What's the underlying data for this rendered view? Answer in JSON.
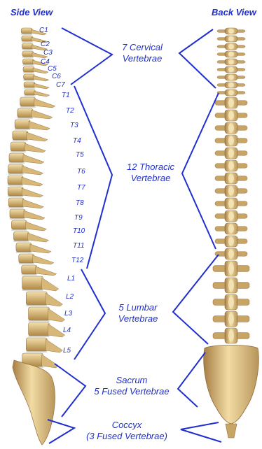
{
  "titles": {
    "side": "Side View",
    "back": "Back View"
  },
  "labels": {
    "cervical": [
      "C1",
      "C2",
      "C3",
      "C4",
      "C5",
      "C6",
      "C7"
    ],
    "thoracic": [
      "T1",
      "T2",
      "T3",
      "T4",
      "T5",
      "T6",
      "T7",
      "T8",
      "T9",
      "T10",
      "T11",
      "T12"
    ],
    "lumbar": [
      "L1",
      "L2",
      "L3",
      "L4",
      "L5"
    ]
  },
  "groups": {
    "cervical": {
      "line1": "7 Cervical",
      "line2": "Vertebrae"
    },
    "thoracic": {
      "line1": "12 Thoracic",
      "line2": "Vertebrae"
    },
    "lumbar": {
      "line1": "5 Lumbar",
      "line2": "Vertebrae"
    },
    "sacrum": {
      "line1": "Sacrum",
      "line2": "5 Fused Vertebrae"
    },
    "coccyx": {
      "line1": "Coccyx",
      "line2": "(3 Fused Vertebrae)"
    }
  },
  "colors": {
    "label": "#1f2fd0",
    "bone": "#e3c98a",
    "bone_dark": "#b8955a",
    "disc": "#cfd6cf"
  }
}
